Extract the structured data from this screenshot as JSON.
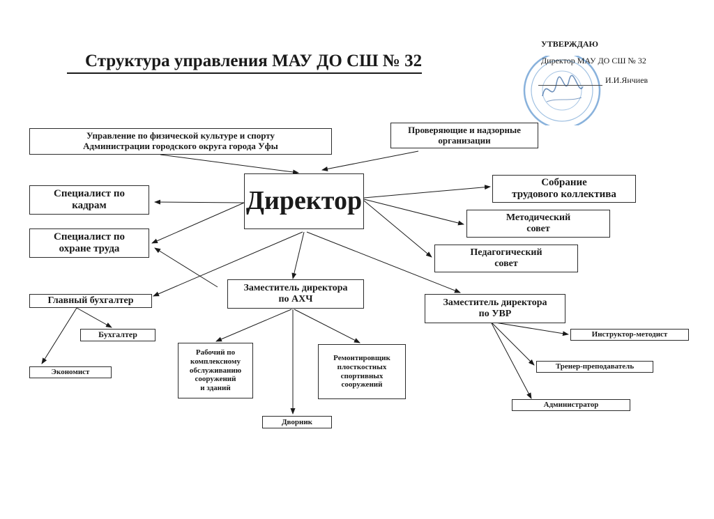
{
  "title": "Структура управления МАУ ДО СШ № 32",
  "approval": {
    "heading": "УТВЕРЖДАЮ",
    "position": "Директор МАУ ДО СШ № 32",
    "signer": "И.И.Янчиев"
  },
  "nodes": {
    "upravlenie": "Управление по физической культуре и спорту\nАдминистрации городского округа города Уфы",
    "proveryayushchie": "Проверяющие и надзорные\nорганизации",
    "direktor": "Директор",
    "specialist_kadry": "Специалист по\nкадрам",
    "specialist_ohrana": "Специалист по\nохране труда",
    "sobranie": "Собрание\nтрудового коллектива",
    "metod_sovet": "Методический\nсовет",
    "ped_sovet": "Педагогический\nсовет",
    "glav_buh": "Главный бухгалтер",
    "zam_ahch": "Заместитель директора\nпо АХЧ",
    "zam_uvr": "Заместитель директора\nпо УВР",
    "buhgalter": "Бухгалтер",
    "ekonomist": "Экономист",
    "rabochiy": "Рабочий по\nкомплексному\nобслуживанию\nсооружений\nи зданий",
    "remontirovshchik": "Ремонтировщик\nплосткостных\nспортивных\nсооружений",
    "dvornik": "Дворник",
    "instruktor": "Инструктор-методист",
    "trener": "Тренер-преподаватель",
    "administrator": "Администратор"
  },
  "colors": {
    "ink": "#1a1a1a",
    "stamp": "#3b7fc4"
  }
}
